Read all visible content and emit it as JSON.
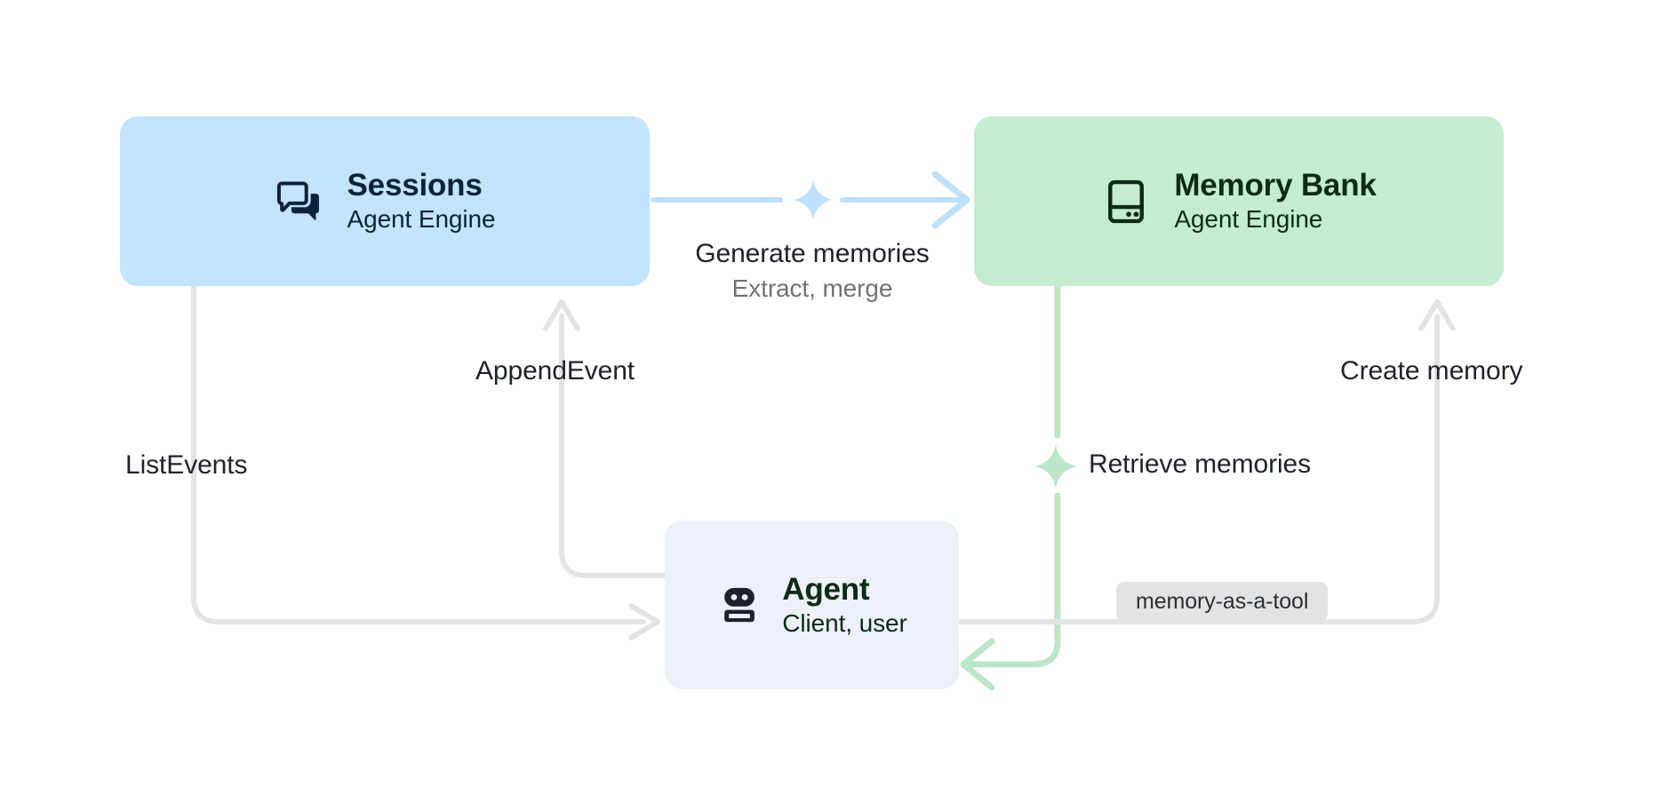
{
  "diagram": {
    "title": "Agent Engine Sessions and Memory Bank architecture",
    "background": "#FFFFFF",
    "colors": {
      "sessions_fill": "#C3E4FC",
      "sessions_ink": "#0B2239",
      "memory_fill": "#C6ECD0",
      "memory_ink": "#0D2B16",
      "agent_fill": "#EDF1F7",
      "agent_ink": "#0D2B16",
      "blue_edge": "#BFE0FA",
      "green_edge": "#BDE5C9",
      "gray_edge": "#E2E3E5",
      "badge_fill": "#E3E3E3",
      "label_ink": "#20232A",
      "sublabel_ink": "#6F7378"
    }
  },
  "nodes": [
    {
      "id": "sessions",
      "title": "Sessions",
      "subtitle": "Agent Engine",
      "icon": "chat-bubbles-icon"
    },
    {
      "id": "memory-bank",
      "title": "Memory Bank",
      "subtitle": "Agent Engine",
      "icon": "memory-bank-icon"
    },
    {
      "id": "agent",
      "title": "Agent",
      "subtitle": "Client, user",
      "icon": "robot-icon"
    }
  ],
  "edges": [
    {
      "id": "generate-memories",
      "from": "sessions",
      "to": "memory-bank",
      "label": "Generate memories",
      "sublabel": "Extract, merge",
      "color": "#BFE0FA",
      "sparkle": true
    },
    {
      "id": "list-events",
      "from": "sessions",
      "to": "agent",
      "label": "ListEvents",
      "sublabel": "",
      "color": "#E2E3E5",
      "sparkle": false
    },
    {
      "id": "append-event",
      "from": "agent",
      "to": "sessions",
      "label": "AppendEvent",
      "sublabel": "",
      "color": "#E2E3E5",
      "sparkle": false
    },
    {
      "id": "retrieve-memories",
      "from": "memory-bank",
      "to": "agent",
      "label": "Retrieve memories",
      "sublabel": "",
      "color": "#BDE5C9",
      "sparkle": true
    },
    {
      "id": "create-memory",
      "from": "agent",
      "to": "memory-bank",
      "label": "Create memory",
      "sublabel": "",
      "color": "#E2E3E5",
      "sparkle": false
    }
  ],
  "badges": [
    {
      "id": "memory-as-a-tool",
      "text": "memory-as-a-tool"
    }
  ]
}
